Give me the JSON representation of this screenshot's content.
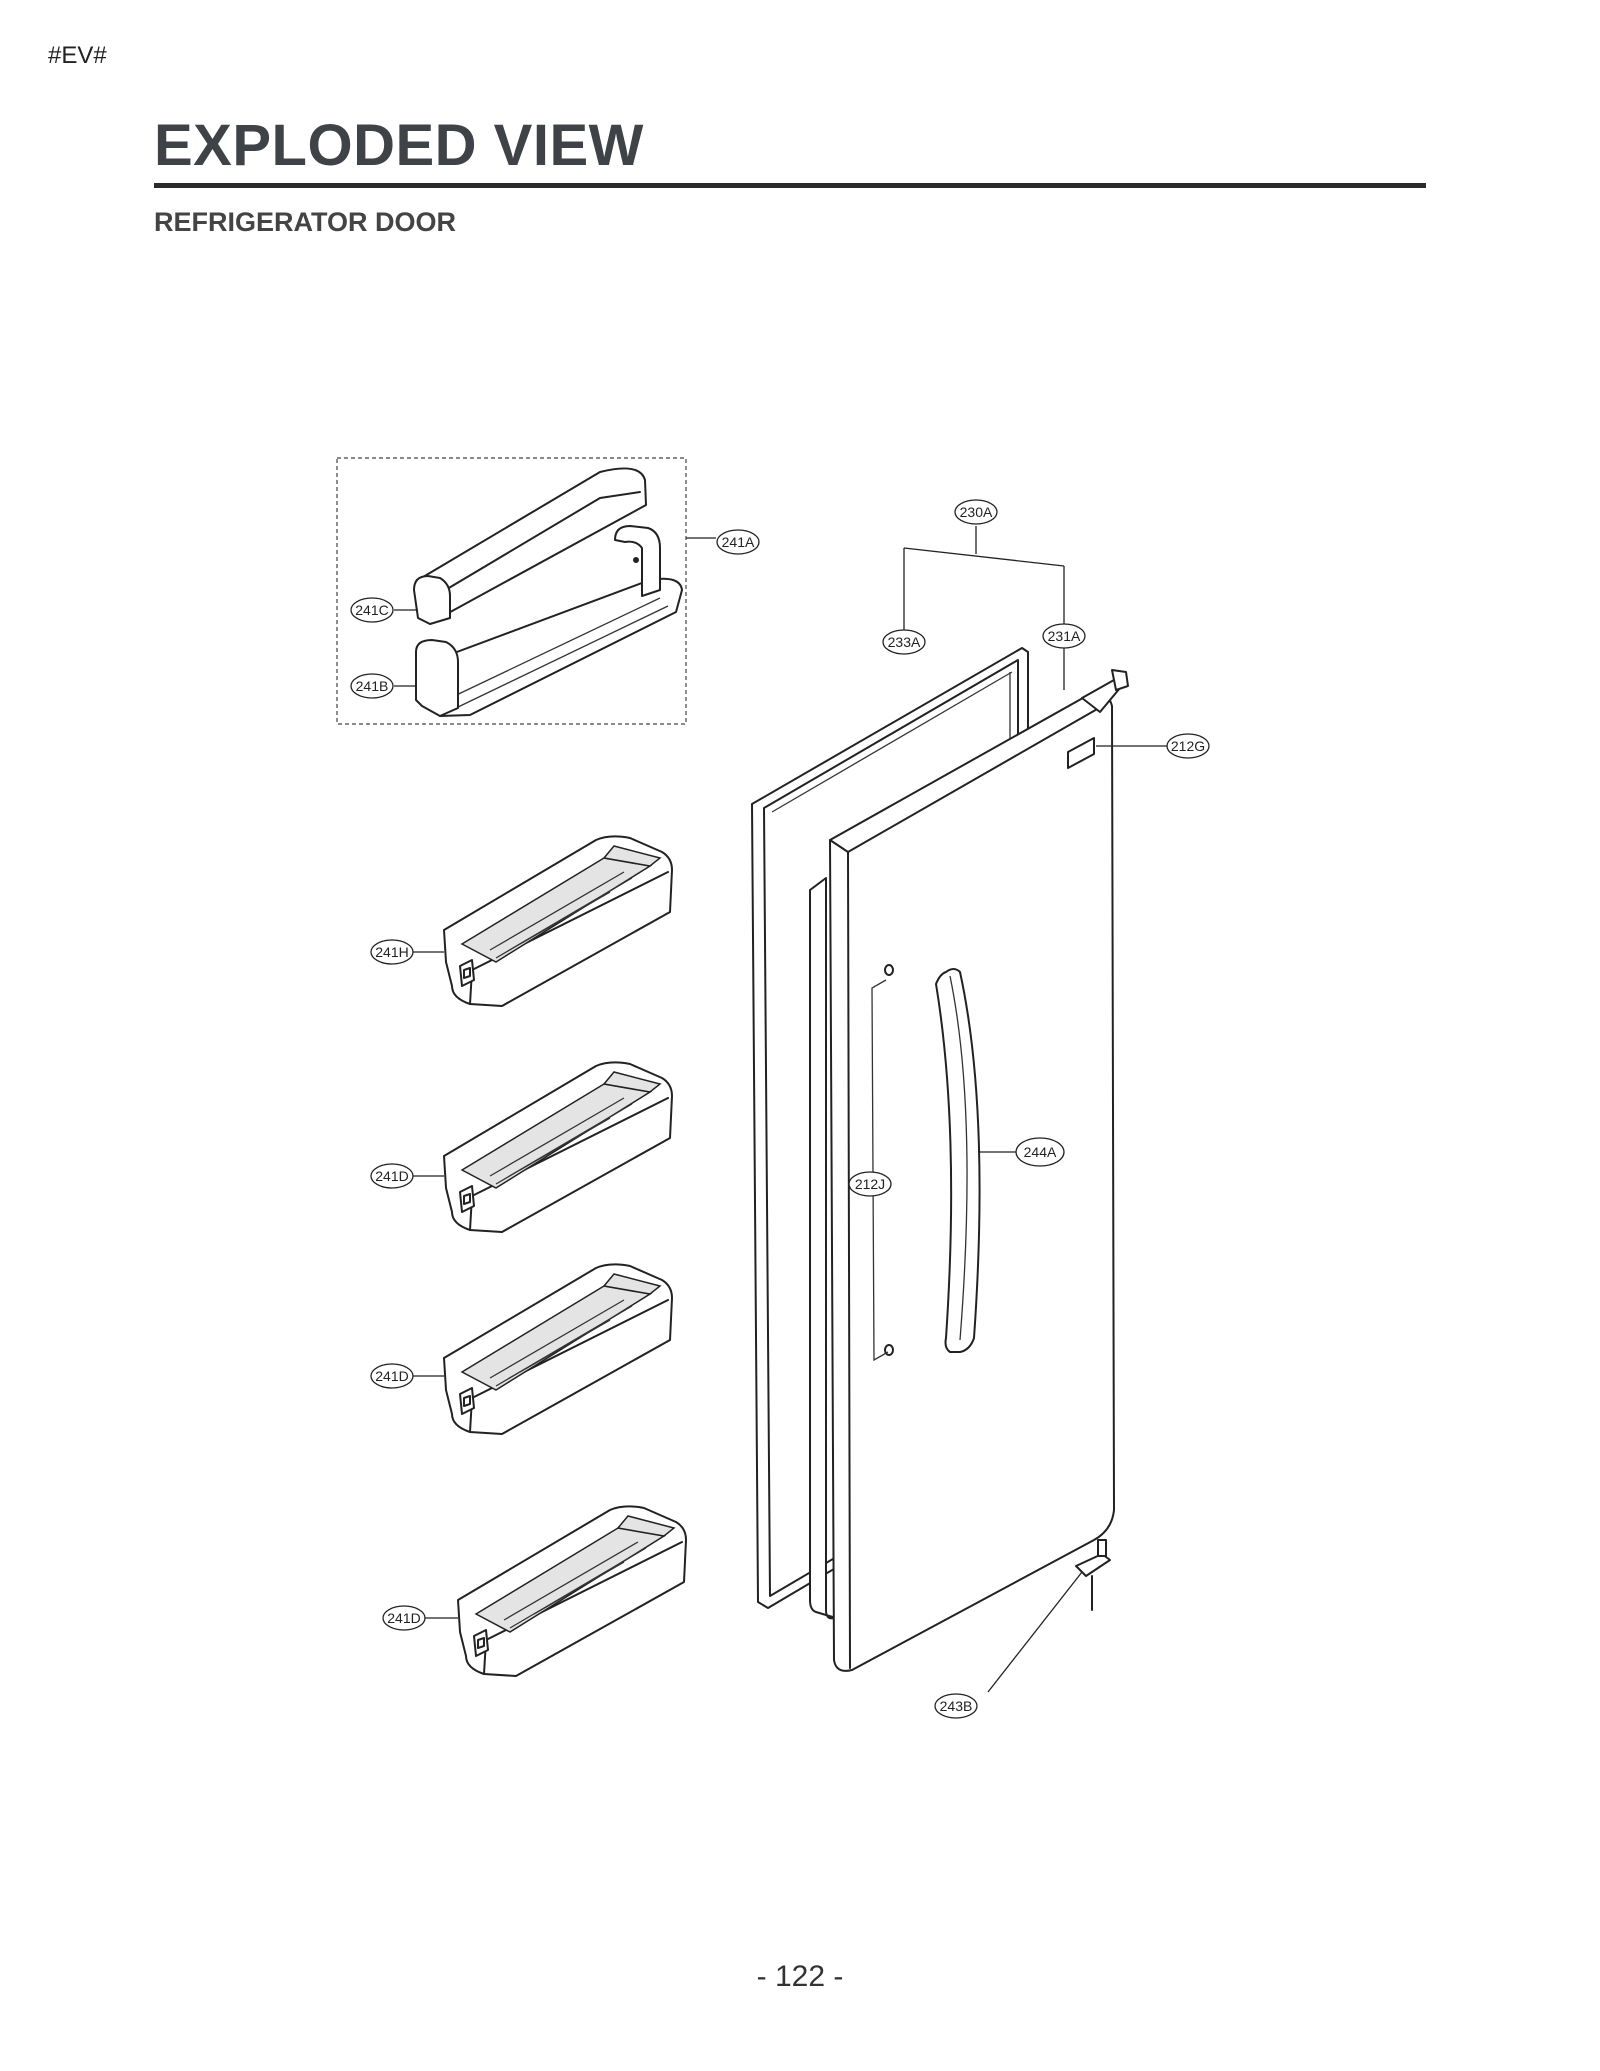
{
  "header": {
    "tag": "#EV#",
    "title": "EXPLODED VIEW",
    "subtitle": "REFRIGERATOR DOOR"
  },
  "parts": {
    "p230A": "230A",
    "p233A": "233A",
    "p231A": "231A",
    "p212G": "212G",
    "p241A": "241A",
    "p241C": "241C",
    "p241B": "241B",
    "p241H": "241H",
    "p241D_1": "241D",
    "p241D_2": "241D",
    "p241D_3": "241D",
    "p244A": "244A",
    "p212J": "212J",
    "p243B": "243B"
  },
  "footer": {
    "page_number": "- 122 -"
  }
}
